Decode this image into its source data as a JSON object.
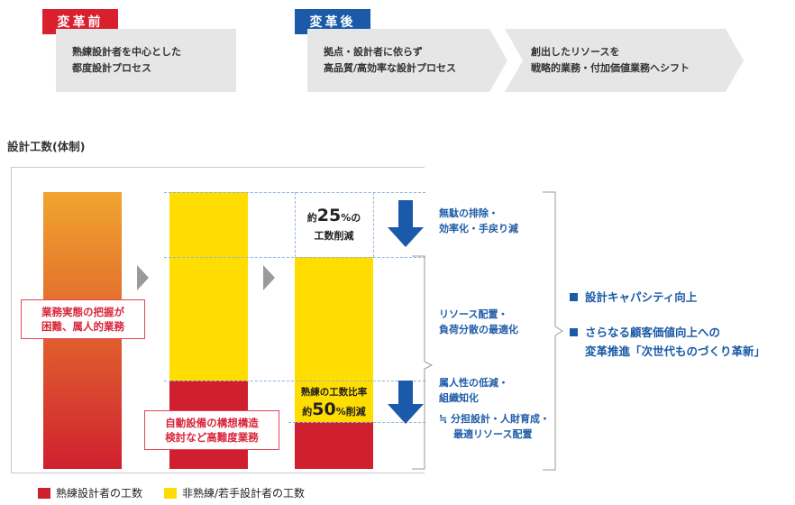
{
  "before": {
    "tag": "変革前",
    "box_lines": [
      "熟練設計者を中心とした",
      "都度設計プロセス"
    ]
  },
  "after": {
    "tag": "変革後",
    "box1_lines": [
      "拠点・設計者に依らず",
      "高品質/高効率な設計プロセス"
    ],
    "box2_lines": [
      "創出したリソースを",
      "戦略的業務・付加価値業務へシフト"
    ]
  },
  "chart_title": "設計工数(体制)",
  "chart_data": {
    "type": "bar",
    "stacked": true,
    "categories": [
      "",
      "",
      ""
    ],
    "series": [
      {
        "name": "熟練設計者の工数",
        "values": [
          100,
          30,
          15
        ]
      },
      {
        "name": "非熟練/若手設計者の工数",
        "values": [
          0,
          70,
          60
        ]
      }
    ],
    "colors": {
      "skilled": "#d0202f",
      "unskilled": "#ffdd00",
      "gradient_top": "#f0a52e"
    }
  },
  "callouts": {
    "left_lines": [
      "業務実態の把握が",
      "困難、属人的業務"
    ],
    "mid_lines": [
      "自動設備の構想構造",
      "検討など高難度業務"
    ]
  },
  "annot": {
    "reduction_prefix": "約",
    "reduction_value": "25",
    "reduction_suffix": "%の",
    "reduction_line2": "工数削減",
    "ratio_line1": "熟練の工数比率",
    "ratio_prefix": "約",
    "ratio_value": "50",
    "ratio_suffix": "%削減"
  },
  "notes": {
    "waste_lines": [
      "無駄の排除・",
      "効率化・手戻り減"
    ],
    "resource_lines": [
      "リソース配置・",
      "負荷分散の最適化"
    ],
    "org_lines": [
      "属人性の低減・",
      "組織知化"
    ],
    "org_sub_lines": [
      "≒ 分担設計・人財育成・",
      "最適リソース配置"
    ]
  },
  "outcomes": [
    {
      "lines": [
        "設計キャパシティ向上"
      ]
    },
    {
      "lines": [
        "さらなる顧客価値向上への",
        "変革推進「次世代ものづくり革新」"
      ]
    }
  ],
  "legend": [
    {
      "label": "熟練設計者の工数",
      "color": "#d0202f"
    },
    {
      "label": "非熟練/若手設計者の工数",
      "color": "#ffdd00"
    }
  ]
}
